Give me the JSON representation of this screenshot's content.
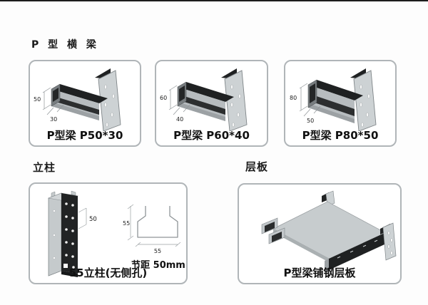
{
  "page": {
    "title_beams": "P 型 横 梁",
    "title_column": "立柱",
    "title_shelf": "层板"
  },
  "beam_cards": [
    {
      "caption": "P型梁 P50*30",
      "dim_height": "50",
      "dim_width": "30"
    },
    {
      "caption": "P型梁 P60*40",
      "dim_height": "60",
      "dim_width": "40"
    },
    {
      "caption": "P型梁 P80*50",
      "dim_height": "80",
      "dim_width": "50"
    }
  ],
  "column_card": {
    "caption": "55立柱(无侧孔)",
    "side_dim": "50",
    "section_height_dim": "55",
    "section_width_dim": "55",
    "pitch_label": "节距 50mm"
  },
  "shelf_card": {
    "caption": "P型梁铺钢层板"
  },
  "colors": {
    "steel_dark": "#1f2122",
    "steel_light": "#cdd2d4",
    "steel_mid": "#b7bcbf",
    "card_border": "#b0b5b8",
    "top_rule": "#1c1c1c"
  }
}
